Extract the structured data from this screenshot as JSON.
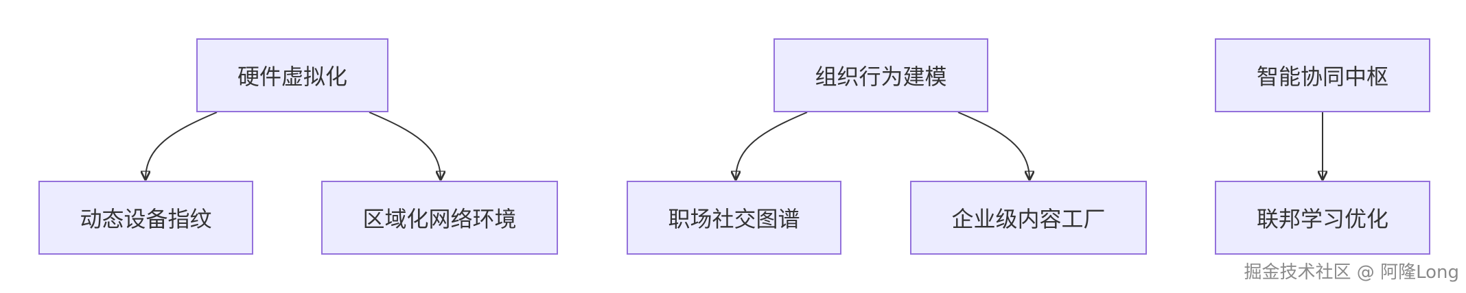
{
  "diagram": {
    "type": "flowchart",
    "groups": [
      {
        "parent": "硬件虚拟化",
        "children": [
          "动态设备指纹",
          "区域化网络环境"
        ]
      },
      {
        "parent": "组织行为建模",
        "children": [
          "职场社交图谱",
          "企业级内容工厂"
        ]
      },
      {
        "parent": "智能协同中枢",
        "children": [
          "联邦学习优化"
        ]
      }
    ]
  },
  "watermark": "掘金技术社区 @ 阿隆Long",
  "colors": {
    "node_fill": "#ececff",
    "node_border": "#9370db",
    "edge": "#333333",
    "text": "#333333",
    "watermark": "#8a8a8a"
  }
}
